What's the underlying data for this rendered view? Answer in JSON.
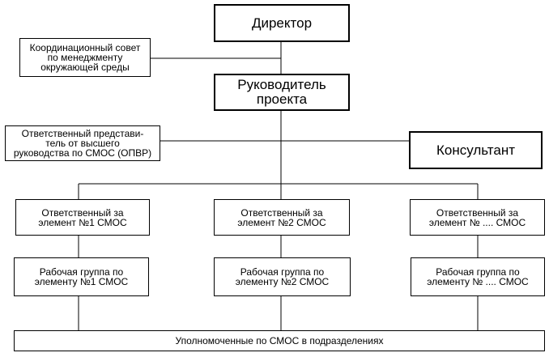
{
  "director": "Директор",
  "coordination_council": "Координационный совет\nпо менеджменту\nокружающей       среды",
  "project_manager": "Руководитель\nпроекта",
  "top_management_rep": "Ответственный представи-\nтель от высшего\nруководства по СМОС (ОПВР)",
  "consultant": "Консультант",
  "element_responsibles": [
    "Ответственный за\nэлемент №1 СМОС",
    "Ответственный за\nэлемент №2 СМОС",
    "Ответственный за\nэлемент № .... СМОС"
  ],
  "working_groups": [
    "Рабочая группа по\nэлементу №1 СМОС",
    "Рабочая группа по\nэлементу №2 СМОС",
    "Рабочая группа по\nэлементу № .... СМОС"
  ],
  "divisions": "Уполномоченные по СМОС в подразделениях"
}
